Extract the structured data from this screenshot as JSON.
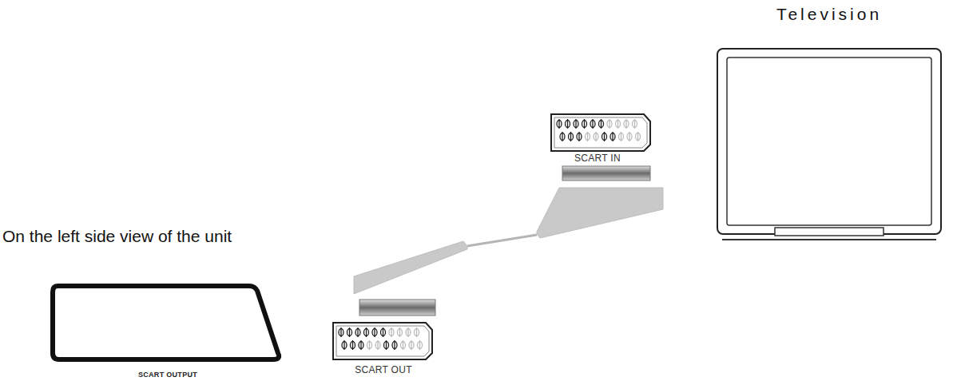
{
  "diagram": {
    "nodes": [
      {
        "text": [
          "SCART OUTPUT"
        ]
      },
      {
        "text": [
          "SCART OUT"
        ]
      },
      {
        "text": [
          "SCART IN"
        ]
      },
      {
        "text": [
          "Television"
        ]
      }
    ],
    "edges": [
      {
        "from": 1,
        "to": 2,
        "arrow": "none"
      }
    ],
    "labels": [
      "On the left side view of the unit"
    ]
  }
}
